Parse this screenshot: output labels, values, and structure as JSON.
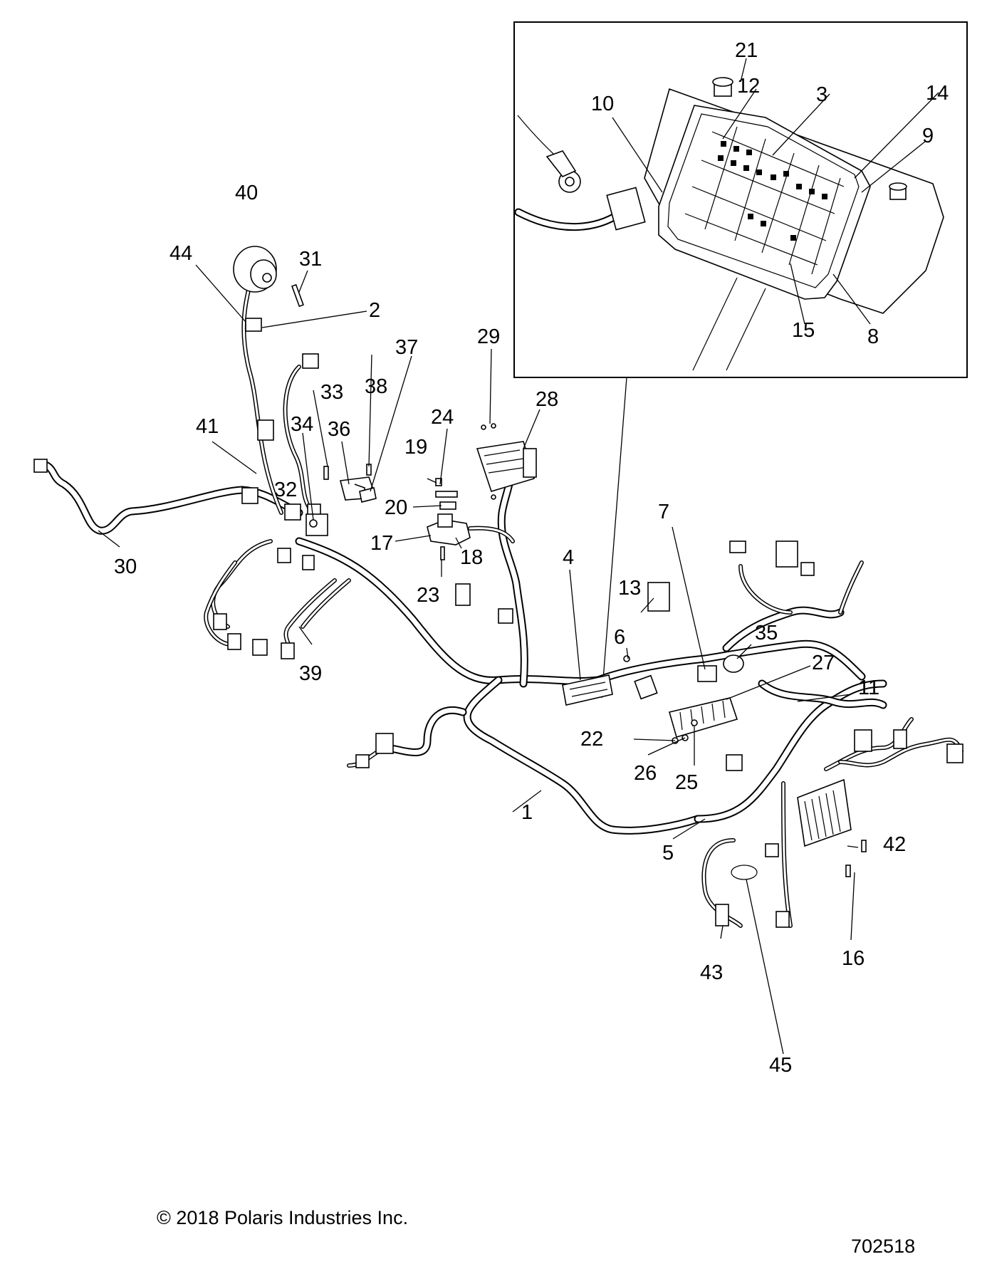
{
  "footer": {
    "copyright": "© 2018 Polaris Industries Inc.",
    "drawing_number": "702518"
  },
  "callouts": [
    {
      "id": "1",
      "label": "1"
    },
    {
      "id": "2",
      "label": "2"
    },
    {
      "id": "3",
      "label": "3"
    },
    {
      "id": "4",
      "label": "4"
    },
    {
      "id": "5",
      "label": "5"
    },
    {
      "id": "6",
      "label": "6"
    },
    {
      "id": "7",
      "label": "7"
    },
    {
      "id": "8",
      "label": "8"
    },
    {
      "id": "9",
      "label": "9"
    },
    {
      "id": "10",
      "label": "10"
    },
    {
      "id": "11",
      "label": "11"
    },
    {
      "id": "12",
      "label": "12"
    },
    {
      "id": "13",
      "label": "13"
    },
    {
      "id": "14",
      "label": "14"
    },
    {
      "id": "15",
      "label": "15"
    },
    {
      "id": "16",
      "label": "16"
    },
    {
      "id": "17",
      "label": "17"
    },
    {
      "id": "18",
      "label": "18"
    },
    {
      "id": "19",
      "label": "19"
    },
    {
      "id": "20",
      "label": "20"
    },
    {
      "id": "21",
      "label": "21"
    },
    {
      "id": "22",
      "label": "22"
    },
    {
      "id": "23",
      "label": "23"
    },
    {
      "id": "24",
      "label": "24"
    },
    {
      "id": "25",
      "label": "25"
    },
    {
      "id": "26",
      "label": "26"
    },
    {
      "id": "27",
      "label": "27"
    },
    {
      "id": "28",
      "label": "28"
    },
    {
      "id": "29",
      "label": "29"
    },
    {
      "id": "30",
      "label": "30"
    },
    {
      "id": "31",
      "label": "31"
    },
    {
      "id": "32",
      "label": "32"
    },
    {
      "id": "33",
      "label": "33"
    },
    {
      "id": "34",
      "label": "34"
    },
    {
      "id": "35",
      "label": "35"
    },
    {
      "id": "36",
      "label": "36"
    },
    {
      "id": "37",
      "label": "37"
    },
    {
      "id": "38",
      "label": "38"
    },
    {
      "id": "39",
      "label": "39"
    },
    {
      "id": "40",
      "label": "40"
    },
    {
      "id": "41",
      "label": "41"
    },
    {
      "id": "42",
      "label": "42"
    },
    {
      "id": "43",
      "label": "43"
    },
    {
      "id": "44",
      "label": "44"
    },
    {
      "id": "45",
      "label": "45"
    }
  ]
}
